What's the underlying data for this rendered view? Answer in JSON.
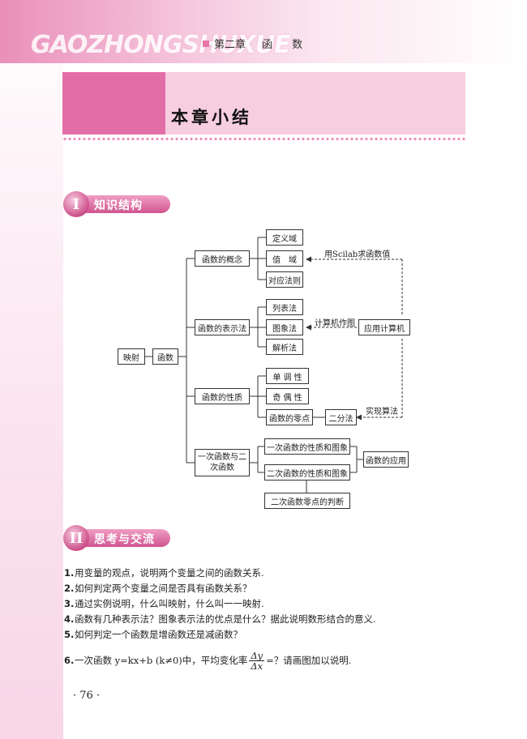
{
  "header": {
    "brand": "GAOZHONGSHUXUE",
    "chapter": "第二章",
    "chapter_title": "函 数"
  },
  "title": "本章小结",
  "sections": [
    {
      "num": "I",
      "label": "知识结构"
    },
    {
      "num": "II",
      "label": "思考与交流"
    }
  ],
  "diagram": {
    "root1": "映射",
    "root2": "函数",
    "branches": [
      "函数的概念",
      "函数的表示法",
      "函数的性质",
      "一次函数与二次函数"
    ],
    "concept_items": [
      "定义域",
      "值　域",
      "对应法则"
    ],
    "representation_items": [
      "列表法",
      "图象法",
      "解析法"
    ],
    "property_items": [
      "单 调 性",
      "奇 偶 性",
      "函数的零点"
    ],
    "bisection": "二分法",
    "linear_quadratic_items": [
      "一次函数的性质和图象",
      "二次函数的性质和图象",
      "二次函数零点的判断"
    ],
    "function_application": "函数的应用",
    "computer_application": "应用计算机",
    "note_scilab": "用Scilab求函数值",
    "note_plot": "计算机作图",
    "note_algorithm": "实现算法"
  },
  "questions": [
    {
      "num": "1.",
      "text": "用变量的观点，说明两个变量之间的函数关系."
    },
    {
      "num": "2.",
      "text": "如何判定两个变量之间是否具有函数关系？"
    },
    {
      "num": "3.",
      "text": "通过实例说明，什么叫映射，什么叫一一映射."
    },
    {
      "num": "4.",
      "text": "函数有几种表示法？图象表示法的优点是什么？据此说明数形结合的意义."
    },
    {
      "num": "5.",
      "text": "如何判定一个函数是增函数还是减函数？"
    },
    {
      "num": "6.",
      "pre": "一次函数 y=kx+b (k≠0)中，平均变化率",
      "frac_top": "Δy",
      "frac_bottom": "Δx",
      "post": "=？请画图加以说明."
    }
  ],
  "page_number": "· 76 ·"
}
